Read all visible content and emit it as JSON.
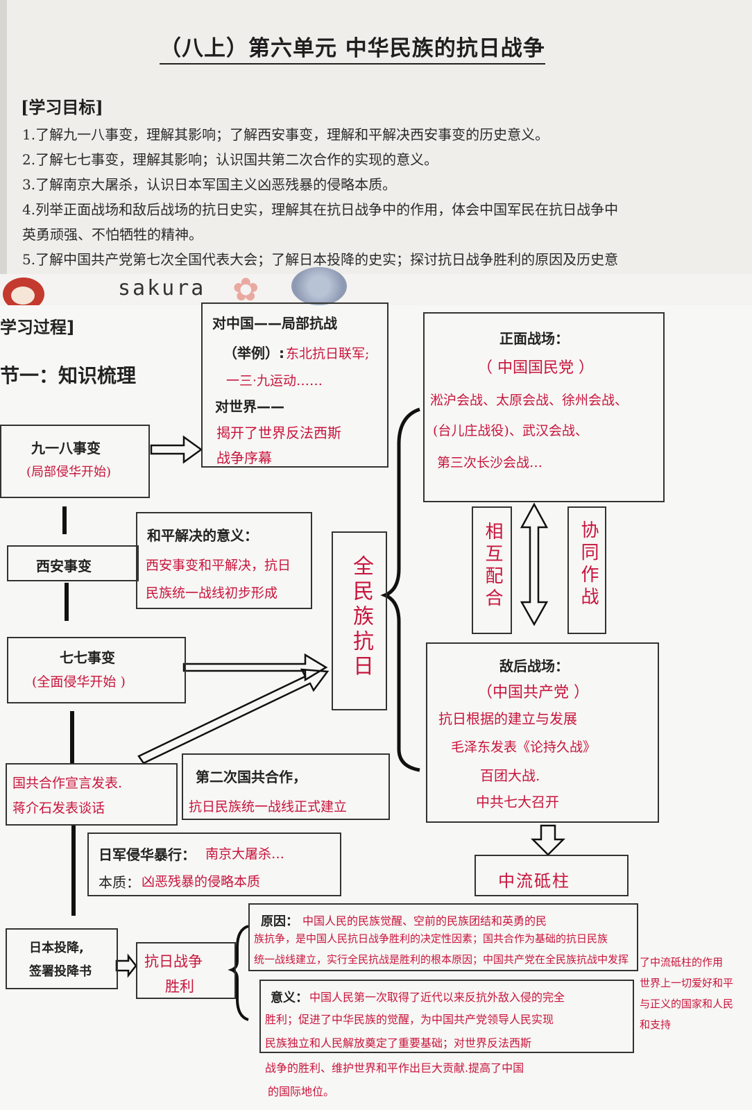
{
  "page": {
    "title": "（八上）第六单元 中华民族的抗日战争",
    "goals_header": "[学习目标]",
    "goals": [
      "1.了解九一八事变，理解其影响；了解西安事变，理解和平解决西安事变的历史意义。",
      "2.了解七七事变，理解其影响；认识国共第二次合作的实现的意义。",
      "3.了解南京大屠杀，认识日本军国主义凶恶残暴的侵略本质。",
      "4.列举正面战场和敌后战场的抗日史实，理解其在抗日战争中的作用，体会中国军民在抗日战争中",
      "英勇顽强、不怕牺牲的精神。",
      "5.了解中国共产党第七次全国代表大会；了解日本投降的史实；探讨抗日战争胜利的原因及历史意"
    ],
    "brand": "sakura",
    "process_header": "学习过程]",
    "section_header": "节一：知识梳理"
  },
  "left": {
    "jiuyiba": {
      "title": "九一八事变",
      "note": "(局部侵华开始)"
    },
    "xian": {
      "title": "西安事变"
    },
    "qiqi": {
      "title": "七七事变",
      "note": "(全面侵华开始  )"
    },
    "guogong_note": [
      "国共合作宣言发表.",
      "蒋介石发表谈话"
    ],
    "touxiang": [
      "日本投降,",
      "签署投降书"
    ]
  },
  "middle": {
    "jubu": {
      "title": "对中国——局部抗战",
      "example_label": "（举例）:",
      "example": "东北抗日联军;",
      "example2": "一三·九运动……",
      "world": "对世界——",
      "world_text": [
        "揭开了世界反法西斯",
        "战争序幕"
      ]
    },
    "peace": {
      "title": "和平解决的意义：",
      "text": [
        "西安事变和平解决，抗日",
        "民族统一战线初步形成"
      ]
    },
    "quanmin": "全民族抗日",
    "second": {
      "title": "第二次国共合作，",
      "text": "抗日民族统一战线正式建立"
    },
    "atrocity": {
      "label": "日军侵华暴行：",
      "value": "南京大屠杀…",
      "nature_label": "本质：",
      "nature": "凶恶残暴的侵略本质"
    },
    "victory": [
      "抗日战争",
      "胜利"
    ]
  },
  "right": {
    "front": {
      "title": "正面战场：",
      "party": "（  中国国民党  ）",
      "battles": [
        "淞沪会战、太原会战、徐州会战、",
        "(台儿庄战役)、武汉会战、",
        "第三次长沙会战…"
      ]
    },
    "mutual": "相互配合",
    "coop": "协同作战",
    "rear": {
      "title": "敌后战场：",
      "party": "（中国共产党     ）",
      "items": [
        "抗日根据的建立与发展",
        "毛泽东发表《论持久战》",
        "百团大战.",
        "中共七大召开"
      ]
    },
    "pillar": "中流砥柱"
  },
  "bottom": {
    "reason": {
      "label": "原因：",
      "text": [
        "中国人民的民族觉醒、空前的民族团结和英勇的民",
        "族抗争，是中国人民抗日战争胜利的决定性因素；国共合作为基础的抗日民族",
        "统一战线建立，实行全民抗战是胜利的根本原因；中国共产党在全民族抗战中发挥"
      ]
    },
    "side_note": [
      "了中流砥柱的作用",
      "世界上一切爱好和平",
      "与正义的国家和人民",
      "和支持"
    ],
    "meaning": {
      "label": "意义：",
      "text": [
        "中国人民第一次取得了近代以来反抗外敌入侵的完全",
        "胜利；促进了中华民族的觉醒，为中国共产党领导人民实现",
        "民族独立和人民解放奠定了重要基础；对世界反法西斯",
        "战争的胜利、维护世界和平作出巨大贡献.提高了中国",
        "的国际地位。"
      ]
    }
  }
}
